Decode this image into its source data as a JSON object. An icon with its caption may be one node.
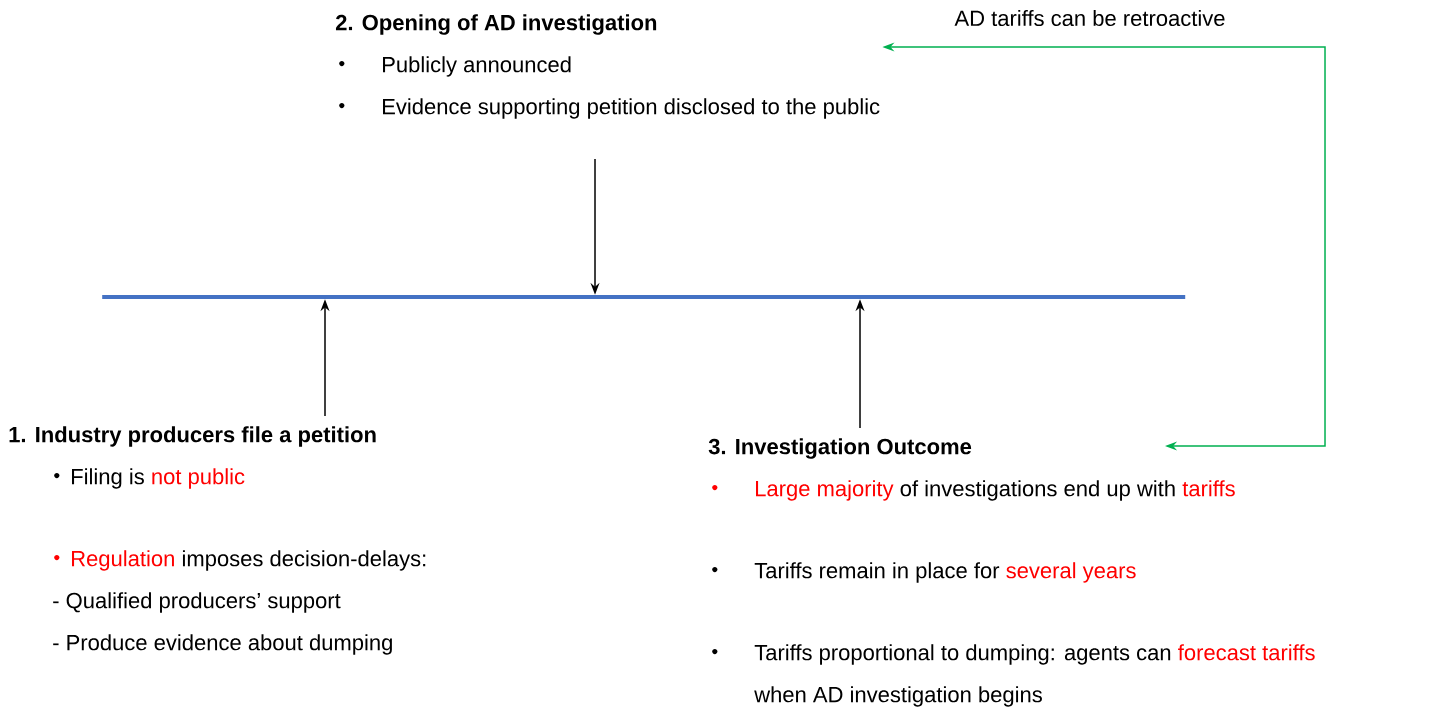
{
  "diagram": {
    "nodes": [
      {
        "text": [
          "2. Opening of AD investigation",
          "Publicly announced",
          "Evidence supporting petition disclosed to the public"
        ]
      },
      {
        "text": [],
        "shape": "bar"
      },
      {
        "text": [
          "1. Industry producers file a petition",
          "Filing is",
          "not public",
          "Regulation",
          "imposes decision-delays:",
          "- Qualified producers’ support",
          "- Produce evidence about dumping"
        ]
      },
      {
        "text": [
          "3. Investigation Outcome",
          "Large majority",
          "of investigations end up with",
          "tariffs",
          "Tariffs remain in place for",
          "several years",
          "Tariffs proportional to dumping: agents can",
          "forecast tariffs",
          "when AD investigation begins"
        ]
      }
    ],
    "edges": [
      {
        "from": 0,
        "to": 1,
        "arrow": "to"
      },
      {
        "from": 2,
        "to": 1,
        "arrow": "to"
      },
      {
        "from": 3,
        "to": 1,
        "arrow": "to"
      },
      {
        "from": 0,
        "to": 3,
        "arrow": "both",
        "label": "AD tariffs can be retroactive",
        "color": "#00b050"
      }
    ]
  }
}
